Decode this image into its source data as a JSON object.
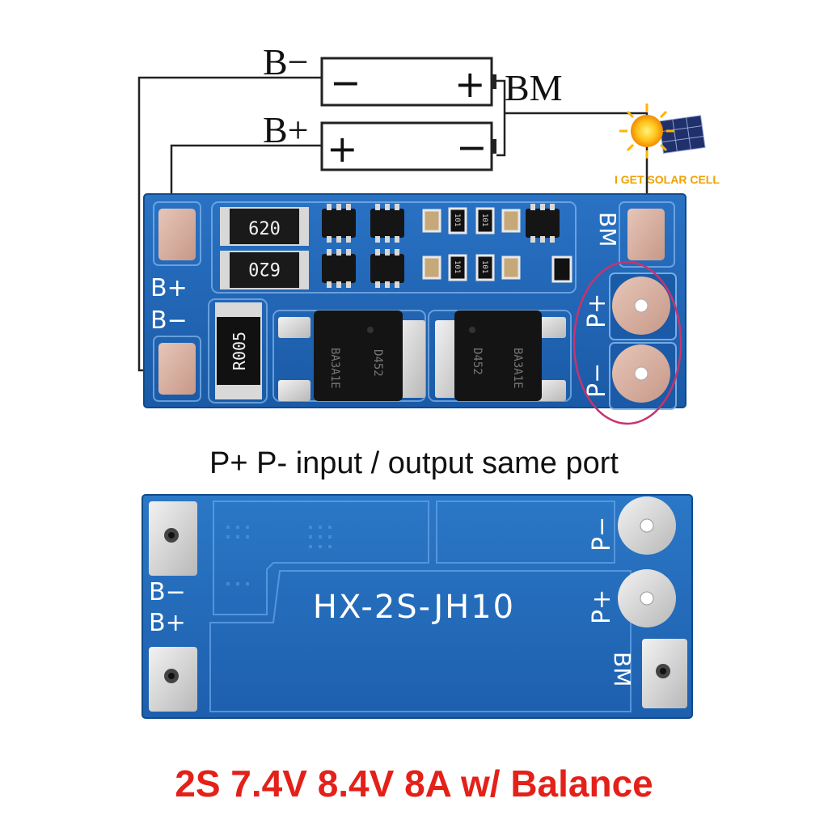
{
  "diagram": {
    "label_b_minus": "B−",
    "label_b_plus": "B+",
    "label_bm": "BM",
    "cell_top_neg": "−",
    "cell_top_pos": "+",
    "cell_bottom_pos": "+",
    "cell_bottom_neg": "−"
  },
  "logo": {
    "text": "I GET SOLAR CELL",
    "icon": "sun-solar-panel-icon"
  },
  "front_board": {
    "pad_b_plus": "B+",
    "pad_b_minus": "B−",
    "pad_bm": "BM",
    "pad_p_plus": "P+",
    "pad_p_minus": "P−",
    "resistor_top": "620",
    "resistor_bottom": "620",
    "shunt": "R005",
    "mosfet_left_code": "D452",
    "mosfet_left_lot": "BA3A1E",
    "mosfet_right_code": "D452",
    "mosfet_right_lot": "BA3A1E",
    "cap_labels": [
      "101",
      "101",
      "101",
      "101"
    ],
    "highlight_color": "#c8336e"
  },
  "caption_middle": "P+ P- input / output same port",
  "back_board": {
    "model": "HX-2S-JH10",
    "pad_b_minus": "B−",
    "pad_b_plus": "B+",
    "pad_p_minus": "P−",
    "pad_p_plus": "P+",
    "pad_bm": "BM"
  },
  "caption_bottom": "2S 7.4V 8.4V 8A w/ Balance",
  "colors": {
    "pcb": "#1e66b8",
    "pcb_dark": "#14508f",
    "pad": "#d4ad9c",
    "caption_red": "#e32119"
  }
}
